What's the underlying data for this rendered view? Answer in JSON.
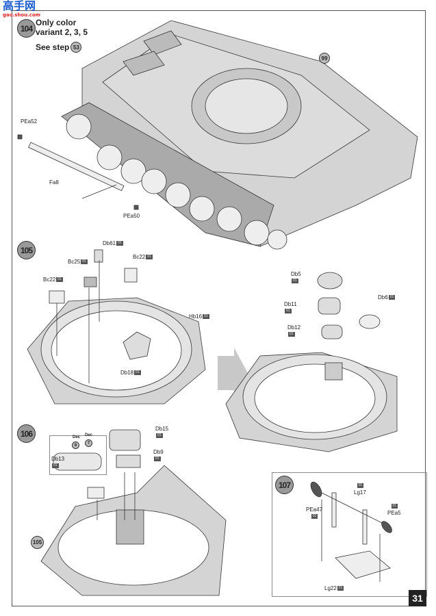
{
  "watermark": {
    "text": "高手网",
    "url_text": "gao.shou.com"
  },
  "page_number": "31",
  "step104": {
    "number": "104",
    "note_line1": "Only color",
    "note_line2": "variant 2, 3, 5",
    "see_step_label": "See step",
    "see_step_ref": "53",
    "labels": {
      "ref99": "99",
      "pea52": "PEa52",
      "fa8": "Fa8",
      "pea50": "PEa50"
    }
  },
  "step105": {
    "number": "105",
    "badge": "01",
    "labels": {
      "db61": "Db61",
      "bc25": "Bc25",
      "bc22a": "Bc22",
      "bc22b": "Bc22",
      "hb16": "Hb16",
      "db18": "Db18",
      "db5": "Db5",
      "db11": "Db11",
      "db12": "Db12",
      "db6": "Db6"
    }
  },
  "step106": {
    "number": "106",
    "badge": "01",
    "ref105": "105",
    "labels": {
      "dec": "Dec",
      "dec6": "6",
      "dec7": "7",
      "db13": "Db13",
      "db15": "Db15",
      "db9": "Db9"
    }
  },
  "step107": {
    "number": "107",
    "badge": "01",
    "labels": {
      "pea47": "PEa47",
      "lg17": "Lg17",
      "pea5": "PEa5",
      "lg22": "Lg22"
    }
  },
  "colors": {
    "part_gray": "#d4d4d4",
    "step_circle": "#999999",
    "badge": "#555555",
    "arrow": "#c8c8c8"
  }
}
